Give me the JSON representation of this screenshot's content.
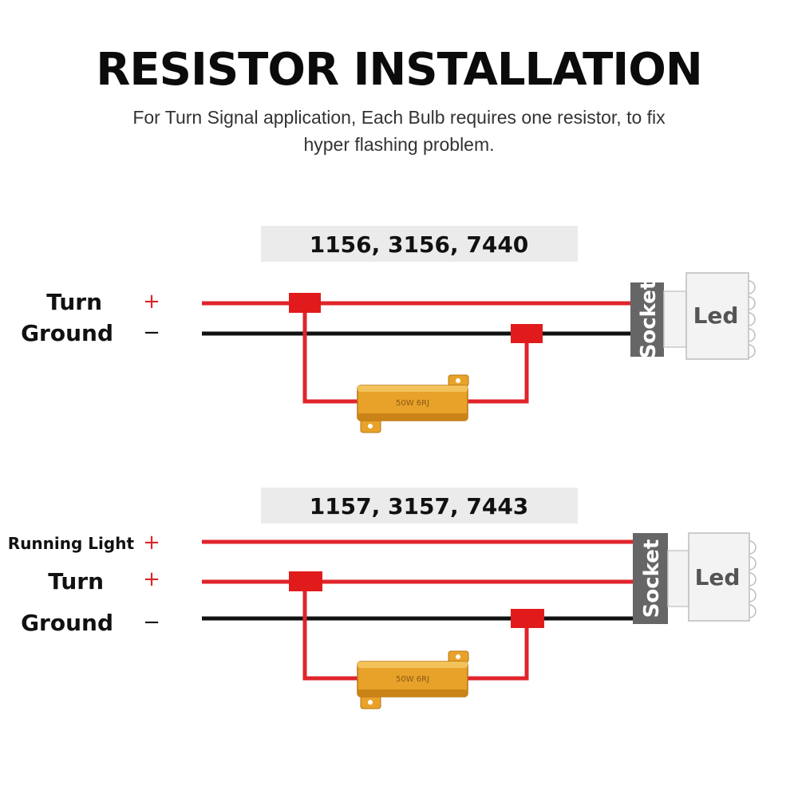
{
  "header": {
    "title": "RESISTOR INSTALLATION",
    "subtitle_line1": "For Turn Signal application, Each Bulb requires one resistor, to fix",
    "subtitle_line2": "hyper flashing problem."
  },
  "colors": {
    "positive_wire": "#e0242b",
    "ground_wire": "#111111",
    "connector": "#e11b1b",
    "socket": "#666666",
    "resistor": "#e8a22a"
  },
  "diagram1": {
    "models": "1156, 3156, 7440",
    "wires": [
      {
        "label": "Turn",
        "sign": "+"
      },
      {
        "label": "Ground",
        "sign": "−"
      }
    ],
    "resistor_label": "50W 6RJ",
    "socket_label": "Socket",
    "bulb_label": "Led"
  },
  "diagram2": {
    "models": "1157, 3157, 7443",
    "wires": [
      {
        "label": "Running Light",
        "sign": "+"
      },
      {
        "label": "Turn",
        "sign": "+"
      },
      {
        "label": "Ground",
        "sign": "−"
      }
    ],
    "resistor_label": "50W 6RJ",
    "socket_label": "Socket",
    "bulb_label": "Led"
  }
}
